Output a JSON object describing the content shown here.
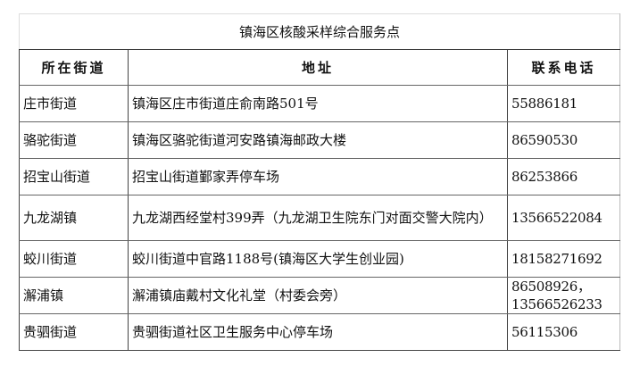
{
  "title": "镇海区核酸采样综合服务点",
  "headers": {
    "street": "所在街道",
    "address": "地址",
    "phone": "联系电话"
  },
  "rows": [
    {
      "street": "庄市街道",
      "address": "镇海区庄市街道庄俞南路501号",
      "phone": "55886181"
    },
    {
      "street": "骆驼街道",
      "address": "镇海区骆驼街道河安路镇海邮政大楼",
      "phone": "86590530"
    },
    {
      "street": "招宝山街道",
      "address": "招宝山街道鄞家弄停车场",
      "phone": "86253866"
    },
    {
      "street": "九龙湖镇",
      "address": "九龙湖西经堂村399弄（九龙湖卫生院东门对面交警大院内）",
      "phone": "13566522084"
    },
    {
      "street": "蛟川街道",
      "address": "蛟川街道中官路1188号(镇海区大学生创业园)",
      "phone": "18158271692"
    },
    {
      "street": "澥浦镇",
      "address": "澥浦镇庙戴村文化礼堂（村委会旁）",
      "phone": "86508926，13566526233"
    },
    {
      "street": "贵驷街道",
      "address": "贵驷街道社区卫生服务中心停车场",
      "phone": "56115306"
    }
  ]
}
